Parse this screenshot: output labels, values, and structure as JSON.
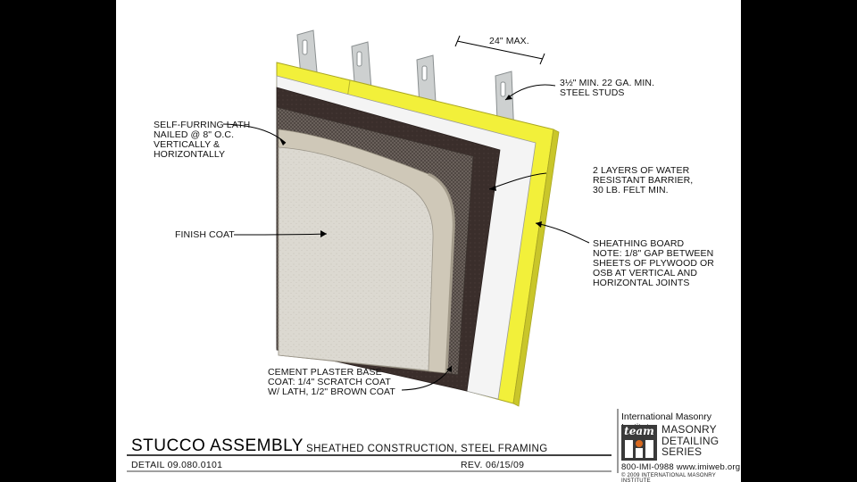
{
  "dimension": {
    "label": "24\" MAX."
  },
  "callouts": {
    "studs": "3½\" MIN. 22 GA. MIN.\nSTEEL STUDS",
    "lath": "SELF-FURRING LATH\nNAILED @ 8\" O.C.\nVERTICALLY &\nHORIZONTALLY",
    "barrier": "2 LAYERS OF WATER\nRESISTANT BARRIER,\n30 LB. FELT MIN.",
    "finish": "FINISH COAT",
    "sheathing": "SHEATHING BOARD\nNOTE: 1/8\" GAP BETWEEN\nSHEETS OF PLYWOOD OR\nOSB AT VERTICAL AND\nHORIZONTAL JOINTS",
    "base": "CEMENT PLASTER BASE\nCOAT:  1/4\" SCRATCH COAT\nW/ LATH, 1/2\" BROWN COAT"
  },
  "title_block": {
    "title": "STUCCO ASSEMBLY",
    "subtitle": "SHEATHED CONSTRUCTION, STEEL FRAMING",
    "detail": "DETAIL 09.080.0101",
    "rev": "REV. 06/15/09"
  },
  "logo": {
    "org": "International Masonry Institute",
    "team": "team",
    "series": "MASONRY\nDETAILING\nSERIES",
    "contact": "800-IMI-0988   www.imiweb.org",
    "copyright": "© 2009 INTERNATIONAL MASONRY INSTITUTE"
  },
  "colors": {
    "sheathing": "#f2f03a",
    "sheathing_edge": "#c9c62a",
    "barrier_white": "#f4f4f4",
    "felt": "#3b2f2c",
    "lath": "#5a524e",
    "base_coat": "#cfc8b8",
    "finish_coat": "#dedbd3",
    "stud": "#c9cccc",
    "stud_edge": "#8a8f90"
  }
}
